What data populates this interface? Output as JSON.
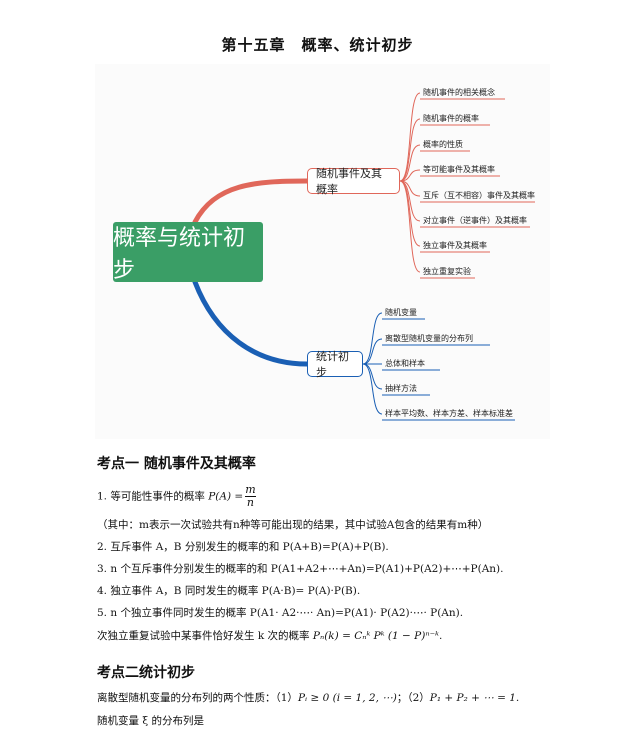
{
  "title": "第十五章　概率、统计初步",
  "mindmap": {
    "central": "概率与统计初步",
    "branches": [
      {
        "label": "随机事件及其概率",
        "color": "#e0675a",
        "leaves": [
          "随机事件的相关概念",
          "随机事件的概率",
          "概率的性质",
          "等可能事件及其概率",
          "互斥（互不相容）事件及其概率",
          "对立事件（逆事件）及其概率",
          "独立事件及其概率",
          "独立重复实验"
        ]
      },
      {
        "label": "统计初步",
        "color": "#1a5fb4",
        "leaves": [
          "随机变量",
          "离散型随机变量的分布列",
          "总体和样本",
          "抽样方法",
          "样本平均数、样本方差、样本标准差"
        ]
      }
    ]
  },
  "section1": {
    "heading": "考点一  随机事件及其概率",
    "line1_text": "1. 等可能性事件的概率 ",
    "line1_formula_lhs": "P(A) =",
    "line1_formula_num": "m",
    "line1_formula_den": "n",
    "line2": "（其中：m表示一次试验共有n种等可能出现的结果，其中试验A包含的结果有m种）",
    "line3": "2. 互斥事件 A，B 分别发生的概率的和 P(A+B)=P(A)+P(B).",
    "line4": "3. n 个互斥事件分别发生的概率的和 P(A1+A2+⋯+An)=P(A1)+P(A2)+⋯+P(An).",
    "line5": "4. 独立事件 A，B 同时发生的概率 P(A·B)= P(A)·P(B).",
    "line6": "5. n 个独立事件同时发生的概率 P(A1· A2·⋯· An)=P(A1)· P(A2)·⋯· P(An).",
    "line7_text": "次独立重复试验中某事件恰好发生 k 次的概率 ",
    "line7_formula": "Pₙ(k) = Cₙᵏ Pᵏ (1 − P)ⁿ⁻ᵏ."
  },
  "section2": {
    "heading": "考点二统计初步",
    "line1_text": "离散型随机变量的分布列的两个性质：（1）",
    "line1_formula1": "Pᵢ ≥ 0 (i = 1, 2, ⋯)",
    "line1_mid": "；（2）",
    "line1_formula2": "P₁ + P₂ + ⋯ = 1.",
    "line2": "随机变量 ξ 的分布列是"
  }
}
